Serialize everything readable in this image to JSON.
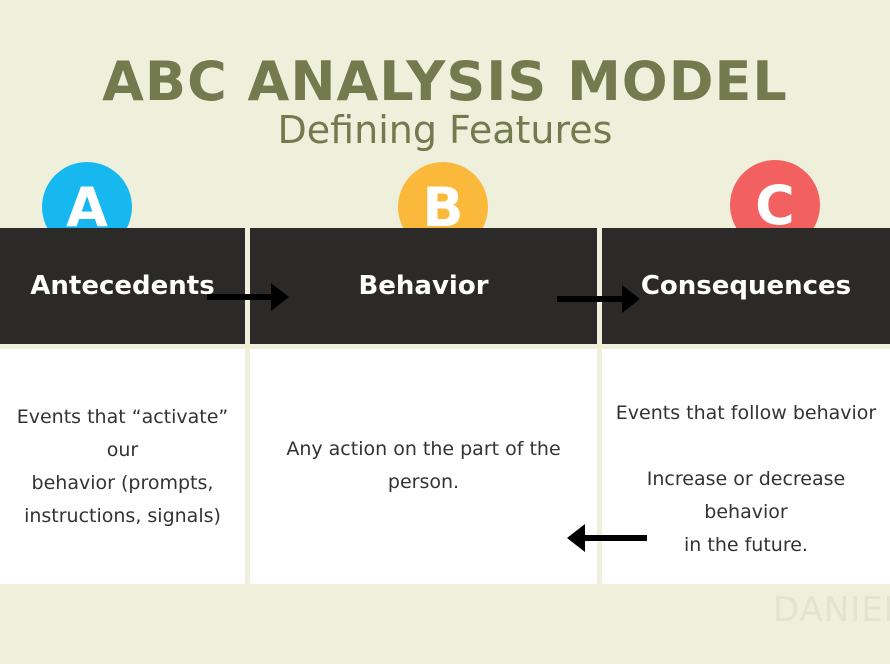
{
  "title": "ABC ANALYSIS MODEL",
  "subtitle": "Defining Features",
  "columns": [
    {
      "letter": "A",
      "color": "#17b8f0",
      "heading": "Antecedents",
      "lines": [
        "Events that “activate” our",
        "behavior (prompts,",
        "instructions, signals)"
      ]
    },
    {
      "letter": "B",
      "color": "#fbb93c",
      "heading": "Behavior",
      "lines": [
        "Any action on the part of the",
        "person."
      ]
    },
    {
      "letter": "C",
      "color": "#f2605f",
      "heading": "Consequences",
      "lines": [
        "Events that follow behavior",
        "",
        "Increase or decrease behavior",
        "in the future."
      ]
    }
  ],
  "watermark": "DANIEL"
}
